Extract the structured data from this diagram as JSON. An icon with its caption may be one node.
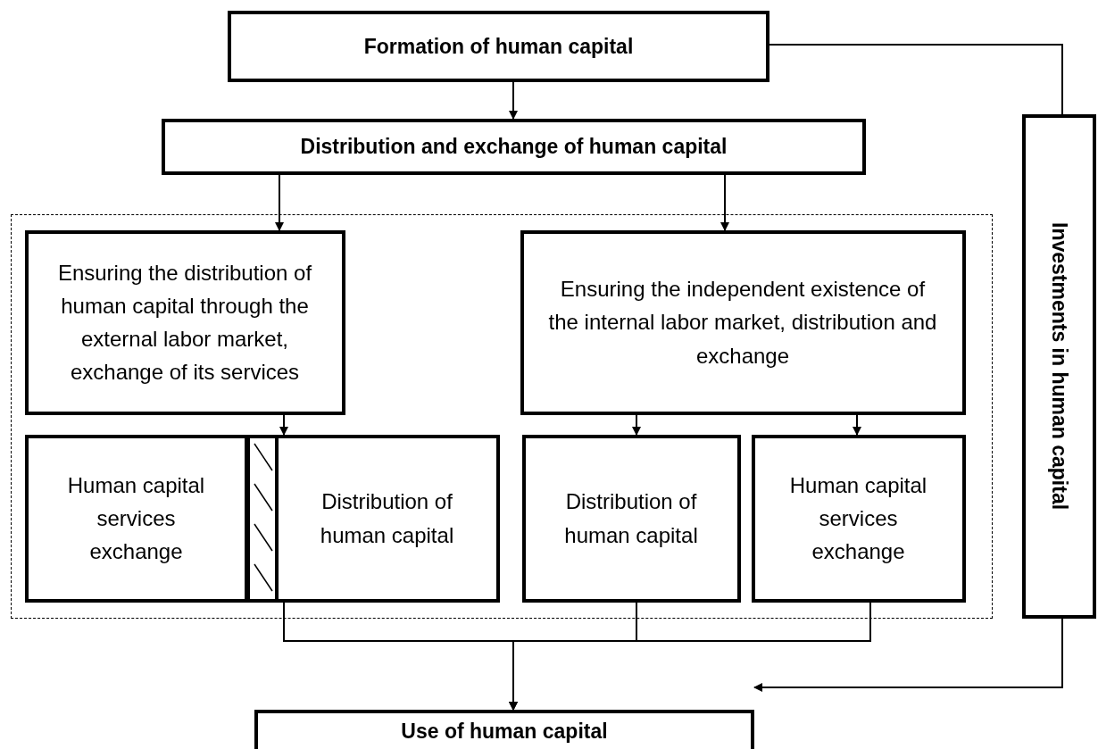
{
  "diagram": {
    "nodes": [
      {
        "text": [
          "Formation of human capital"
        ]
      },
      {
        "text": [
          "Distribution and exchange of human capital"
        ]
      },
      {
        "text": [],
        "shape": "box"
      },
      {
        "text": [
          "Ensuring the distribution of human capital through the external labor market, exchange of its services"
        ],
        "in": 2
      },
      {
        "text": [
          "Ensuring the independent existence of the internal labor market, distribution and exchange"
        ],
        "in": 2
      },
      {
        "text": [
          "Human capital services exchange"
        ],
        "in": 2
      },
      {
        "text": [
          "Distribution of human capital"
        ],
        "in": 2
      },
      {
        "text": [
          "Distribution of human capital"
        ],
        "in": 2
      },
      {
        "text": [
          "Human capital services exchange"
        ],
        "in": 2
      },
      {
        "text": [
          "Use of human capital"
        ]
      },
      {
        "text": [
          "Investments in human capital"
        ]
      }
    ],
    "edges": [
      {
        "from": 0,
        "to": 1,
        "arrow": "to"
      },
      {
        "from": 1,
        "to": 3,
        "arrow": "to"
      },
      {
        "from": 1,
        "to": 4,
        "arrow": "to"
      },
      {
        "from": 3,
        "to": 6,
        "arrow": "to"
      },
      {
        "from": 4,
        "to": 7,
        "arrow": "to"
      },
      {
        "from": 4,
        "to": 8,
        "arrow": "to"
      },
      {
        "from": 0,
        "to": 10,
        "arrow": "none"
      },
      {
        "from": 6,
        "to": 9,
        "arrow": "to"
      },
      {
        "from": 7,
        "to": 9,
        "arrow": "to"
      },
      {
        "from": 8,
        "to": 9,
        "arrow": "to"
      },
      {
        "from": 10,
        "to": 9,
        "arrow": "to"
      }
    ]
  }
}
